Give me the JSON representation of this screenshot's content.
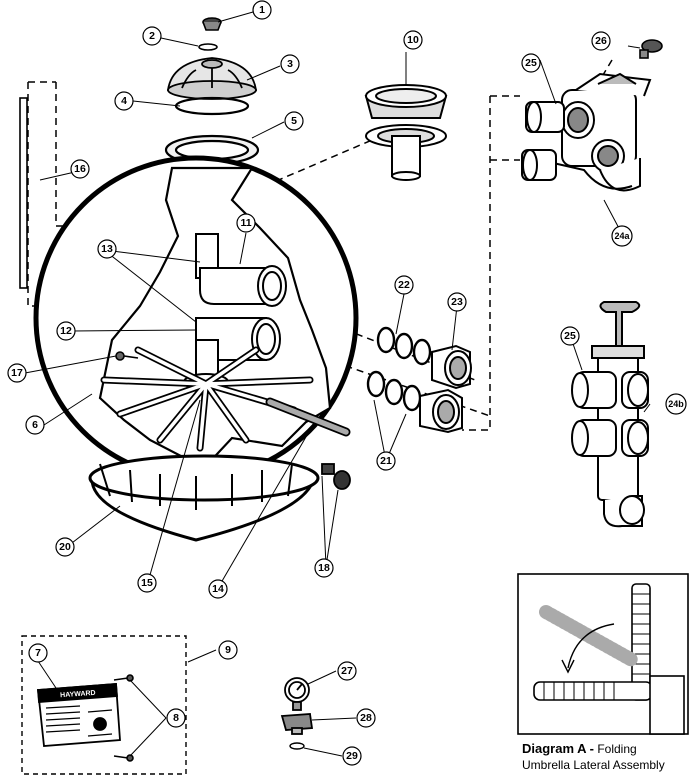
{
  "callouts": {
    "c1": "1",
    "c2": "2",
    "c3": "3",
    "c4": "4",
    "c5": "5",
    "c6": "6",
    "c7": "7",
    "c8": "8",
    "c9": "9",
    "c10": "10",
    "c11": "11",
    "c12": "12",
    "c13": "13",
    "c14": "14",
    "c15": "15",
    "c16": "16",
    "c17": "17",
    "c18": "18",
    "c20": "20",
    "c21": "21",
    "c22": "22",
    "c23": "23",
    "c24a": "24a",
    "c24b": "24b",
    "c25a": "25",
    "c25b": "25",
    "c26": "26",
    "c27": "27",
    "c28": "28",
    "c29": "29"
  },
  "label_brand": "HAYWARD",
  "diagram_a": {
    "title_bold": "Diagram A -",
    "title_rest": " Folding",
    "subtitle": "Umbrella Lateral Assembly"
  }
}
